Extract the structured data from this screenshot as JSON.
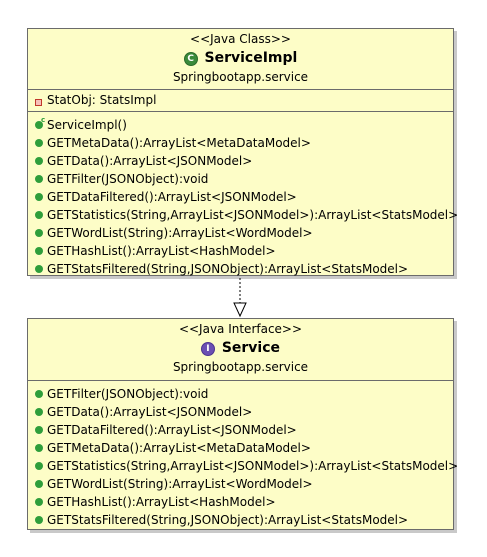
{
  "class_box": {
    "stereotype": "<<Java Class>>",
    "name": "ServiceImpl",
    "badge": "C",
    "package": "Springbootapp.service",
    "attributes": [
      {
        "text": "StatObj: StatsImpl"
      }
    ],
    "constructor": "ServiceImpl()",
    "operations": [
      "GETMetaData():ArrayList<MetaDataModel>",
      "GETData():ArrayList<JSONModel>",
      "GETFilter(JSONObject):void",
      "GETDataFiltered():ArrayList<JSONModel>",
      "GETStatistics(String,ArrayList<JSONModel>):ArrayList<StatsModel>",
      "GETWordList(String):ArrayList<WordModel>",
      "GETHashList():ArrayList<HashModel>",
      "GETStatsFiltered(String,JSONObject):ArrayList<StatsModel>"
    ]
  },
  "interface_box": {
    "stereotype": "<<Java Interface>>",
    "name": "Service",
    "badge": "I",
    "package": "Springbootapp.service",
    "operations": [
      "GETFilter(JSONObject):void",
      "GETData():ArrayList<JSONModel>",
      "GETDataFiltered():ArrayList<JSONModel>",
      "GETMetaData():ArrayList<MetaDataModel>",
      "GETStatistics(String,ArrayList<JSONModel>):ArrayList<StatsModel>",
      "GETWordList(String):ArrayList<WordModel>",
      "GETHashList():ArrayList<HashModel>",
      "GETStatsFiltered(String,JSONObject):ArrayList<StatsModel>"
    ]
  },
  "colors": {
    "box_fill": "#fdfdc7",
    "border": "#6b6b6b",
    "public_dot": "#2f9e3b",
    "private_marker": "#c0392b",
    "class_badge": "#3a8a3a",
    "interface_badge": "#6b4fb3"
  },
  "relationship": {
    "type": "realization",
    "from": "ServiceImpl",
    "to": "Service"
  }
}
